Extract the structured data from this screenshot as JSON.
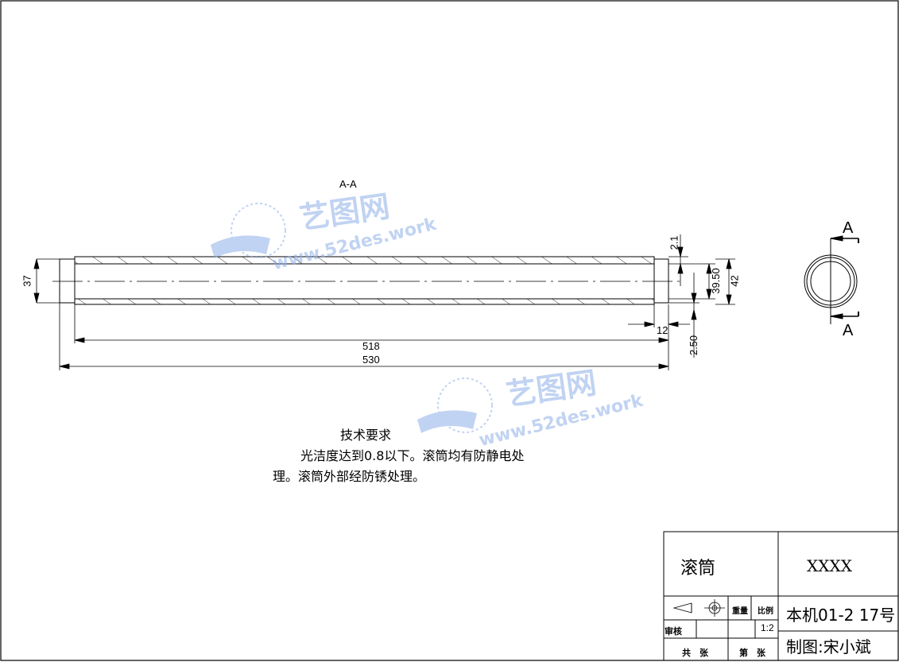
{
  "view_label": "A-A",
  "section_arrow_label_top": "A",
  "section_arrow_label_bottom": "A",
  "dimensions": {
    "d37": "37",
    "d2_1": "2.1",
    "d39_50": "39.50",
    "d42": "42",
    "d12": "12",
    "d518": "518",
    "d530": "530",
    "d2_50": "2.50"
  },
  "notes": {
    "title": "技术要求",
    "line1": "光洁度达到0.8以下。滚筒均有防静电处",
    "line2": "理。滚筒外部经防锈处理。"
  },
  "watermark": {
    "cn": "艺图网",
    "url": "www.52des.work"
  },
  "title_block": {
    "part_name": "滚筒",
    "code": "XXXX",
    "weight_label": "重量",
    "scale_label": "比例",
    "scale_value": "1:2",
    "reviewer_label": "审核",
    "total_sheets_label": "共　张",
    "sheet_no_label": "第　张",
    "machine": "本机01-2 17号",
    "drafter": "制图:宋小斌"
  },
  "colors": {
    "line": "#000000",
    "watermark": "#8fb0e8"
  }
}
